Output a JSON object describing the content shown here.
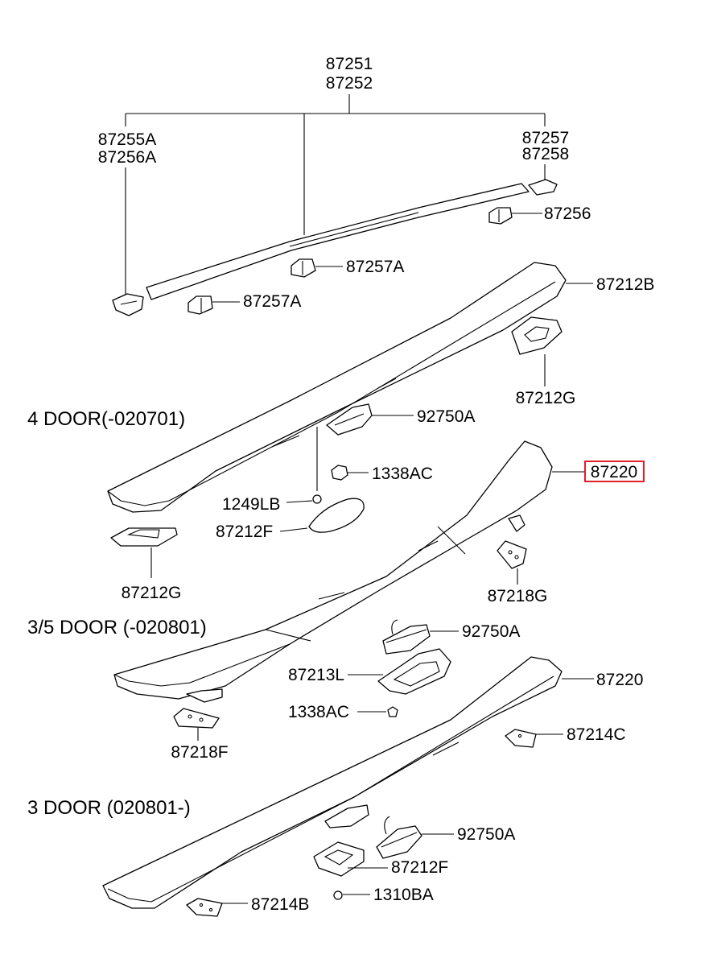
{
  "sections": [
    {
      "id": "4door",
      "title": "4 DOOR(-020701)"
    },
    {
      "id": "35door",
      "title": "3/5 DOOR (-020801)"
    },
    {
      "id": "3door",
      "title": "3 DOOR (020801-)"
    }
  ],
  "labels": {
    "p87251": "87251",
    "p87252": "87252",
    "p87255A": "87255A",
    "p87256A": "87256A",
    "p87257": "87257",
    "p87258": "87258",
    "p87256": "87256",
    "p87257A_1": "87257A",
    "p87257A_2": "87257A",
    "p87212B": "87212B",
    "p87212G_1": "87212G",
    "p92750A_1": "92750A",
    "p87220_hl": "87220",
    "p1338AC_1": "1338AC",
    "p1249LB": "1249LB",
    "p87212F_1": "87212F",
    "p87212G_2": "87212G",
    "p87218G": "87218G",
    "p92750A_2": "92750A",
    "p87213L": "87213L",
    "p87220_2": "87220",
    "p1338AC_2": "1338AC",
    "p87214C": "87214C",
    "p87218F": "87218F",
    "p92750A_3": "92750A",
    "p87212F_2": "87212F",
    "p1310BA": "1310BA",
    "p87214B": "87214B"
  },
  "highlighted_part": "87220",
  "colors": {
    "line": "#000000",
    "highlight": "#e0202a",
    "background": "#ffffff"
  }
}
